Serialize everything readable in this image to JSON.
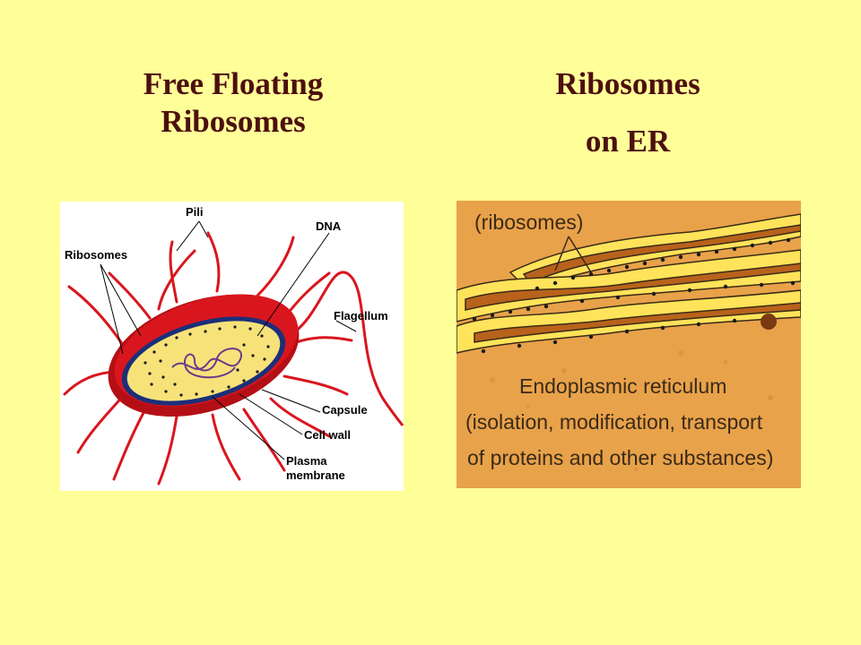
{
  "slide": {
    "background": "#ffff99",
    "title_color": "#4d0f0f",
    "left_title": [
      "Free Floating",
      "Ribosomes"
    ],
    "right_title": [
      "Ribosomes",
      "on ER"
    ]
  },
  "bacterium": {
    "labels": {
      "pili": "Pili",
      "ribosomes": "Ribosomes",
      "dna": "DNA",
      "flagellum": "Flagellum",
      "capsule": "Capsule",
      "cell_wall": "Cell wall",
      "plasma": "Plasma",
      "membrane": "membrane"
    },
    "colors": {
      "capsule": "#d9161e",
      "wall": "#1b2f7a",
      "cytoplasm": "#f7e27a"
    }
  },
  "er_image": {
    "ribosomes_label": "(ribosomes)",
    "caption_lines": [
      "Endoplasmic reticulum",
      "(isolation, modification, transport",
      "of proteins and other substances)"
    ],
    "colors": {
      "background": "#e8a24a",
      "cisternae": "#ffe35a",
      "lumen": "#b8621c"
    }
  }
}
